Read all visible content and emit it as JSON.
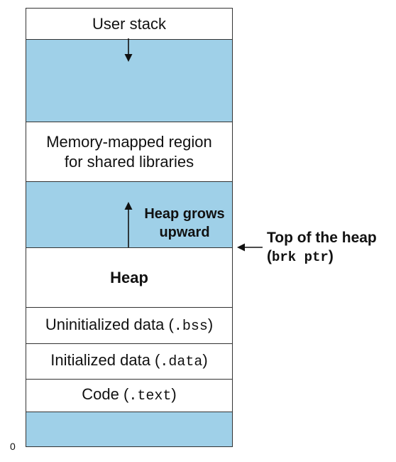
{
  "regions": {
    "user_stack": "User stack",
    "mmap_line1": "Memory-mapped region",
    "mmap_line2": "for shared libraries",
    "heap": "Heap",
    "bss_text": "Uninitialized data (",
    "bss_code": ".bss",
    "bss_close": ")",
    "data_text": "Initialized data (",
    "data_code": ".data",
    "data_close": ")",
    "text_text": "Code (",
    "text_code": ".text",
    "text_close": ")"
  },
  "annotations": {
    "heap_grows_line1": "Heap grows",
    "heap_grows_line2": "upward",
    "top_of_heap": "Top of the heap",
    "brk_open": "(",
    "brk_code": "brk ptr",
    "brk_close": ")",
    "zero_address": "0"
  },
  "colors": {
    "unused_region": "#9fd0e8",
    "border": "#333333"
  }
}
